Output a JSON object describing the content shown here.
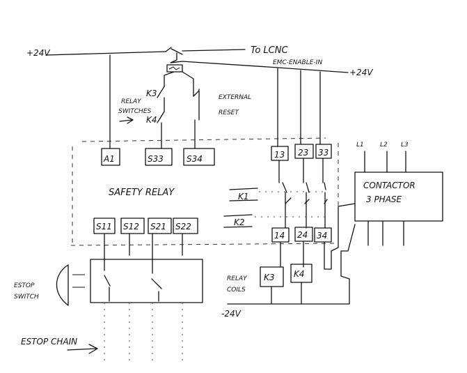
{
  "supply": {
    "plus_left": "+24V",
    "plus_right": "+24V",
    "minus": "-24V"
  },
  "notes": {
    "to_lcnc": "To LCNC",
    "emc_enable": "EMC-ENABLE-IN",
    "relay_switches": "RELAY SWITCHES",
    "external_reset": "EXTERNAL RESET",
    "relay_coils": "RELAY COILS",
    "estop_switch": "ESTOP SWITCH",
    "estop_chain": "ESTOP CHAIN"
  },
  "relay": {
    "title": "SAFETY RELAY",
    "top_terminals": [
      "A1",
      "S33",
      "S34"
    ],
    "bottom_terminals": [
      "S11",
      "S12",
      "S21",
      "S22"
    ],
    "contacts_top": [
      "13",
      "23",
      "33"
    ],
    "contacts_bottom": [
      "14",
      "24",
      "34"
    ],
    "internal": [
      "K1",
      "K2"
    ]
  },
  "switch_labels": [
    "K3",
    "K4"
  ],
  "coils": [
    "K3",
    "K4"
  ],
  "contactor": {
    "title": "CONTACTOR",
    "subtitle": "3 PHASE",
    "phases": [
      "L1",
      "L2",
      "L3"
    ]
  }
}
